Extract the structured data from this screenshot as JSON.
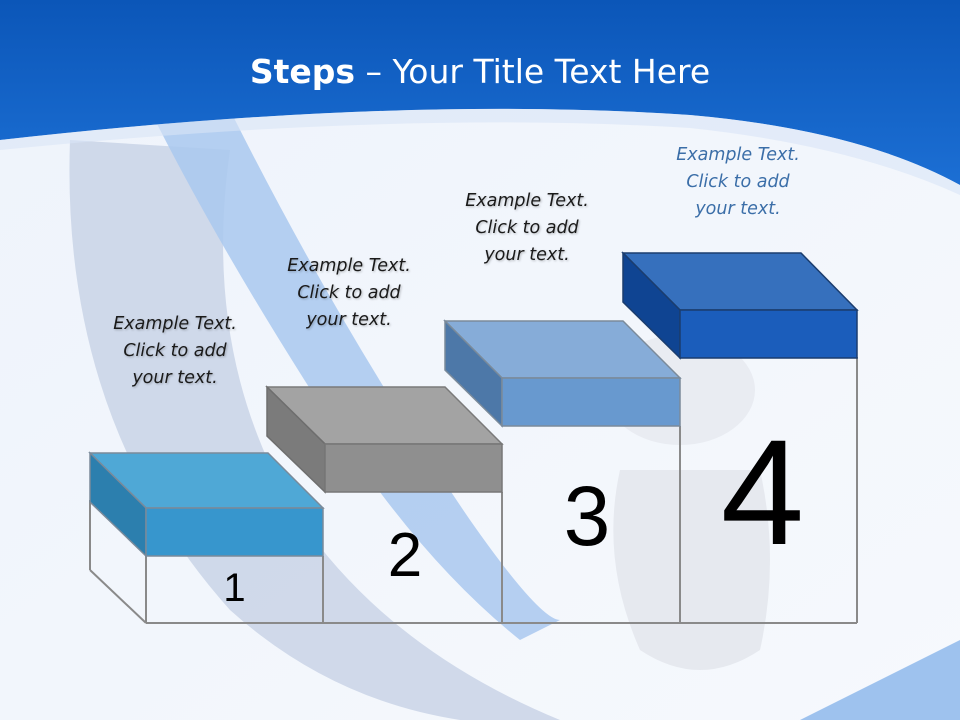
{
  "title": {
    "bold": "Steps",
    "rest": " – Your Title Text Here"
  },
  "steps": [
    {
      "number": "1",
      "lines": [
        "Example Text.",
        "Click  to add",
        "your text."
      ]
    },
    {
      "number": "2",
      "lines": [
        "Example Text.",
        "Click  to add",
        "your text."
      ]
    },
    {
      "number": "3",
      "lines": [
        "Example Text.",
        "Click  to add",
        "your text."
      ]
    },
    {
      "number": "4",
      "lines": [
        "Example Text.",
        "Click  to add",
        "your text."
      ]
    }
  ],
  "colors": {
    "header_blue": "#1a5fc0",
    "step1": "#3a9bd0",
    "step2": "#8e8e8e",
    "step3": "#6a9bd0",
    "step4": "#1f5fb8"
  }
}
